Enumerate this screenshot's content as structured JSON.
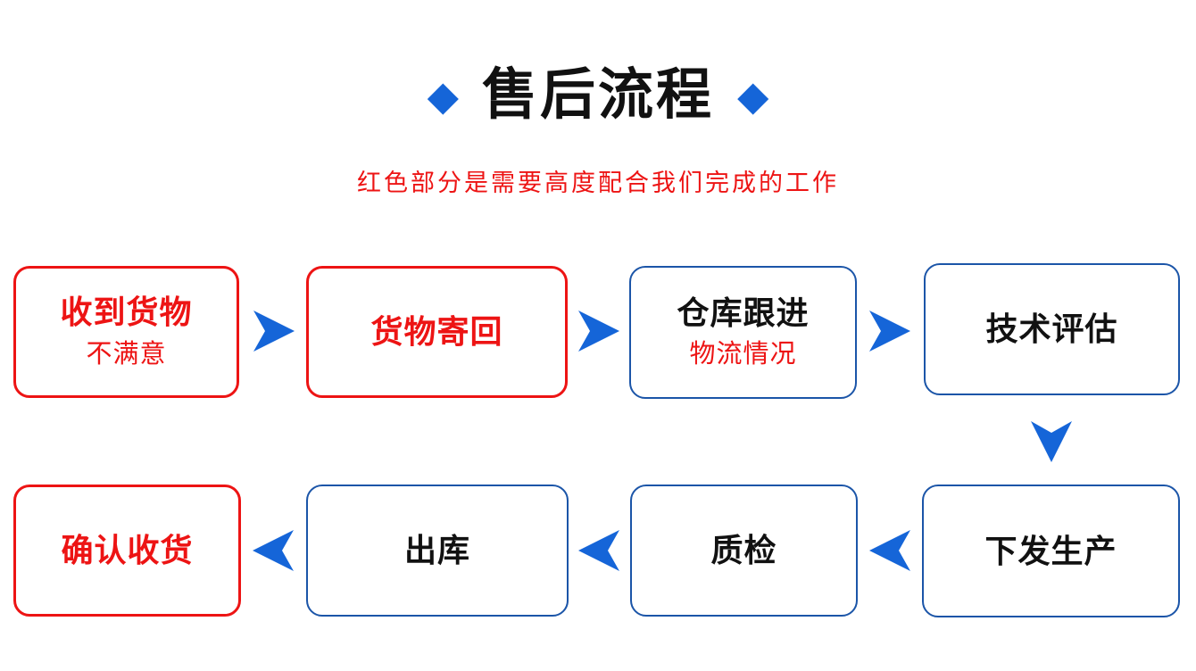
{
  "header": {
    "title": "售后流程",
    "subtitle": "红色部分是需要高度配合我们完成的工作",
    "diamond_icon": "◆"
  },
  "colors": {
    "blue-accent": "#1565d8",
    "blue-border": "#1b55a8",
    "red": "#ed1414",
    "text-black": "#111111"
  },
  "flow": {
    "top_row": [
      {
        "title": "收到货物",
        "note": "不满意"
      },
      {
        "title": "货物寄回",
        "note": ""
      },
      {
        "title": "仓库跟进",
        "note": "物流情况"
      },
      {
        "title": "技术评估",
        "note": ""
      }
    ],
    "bottom_row": [
      {
        "title": "确认收货"
      },
      {
        "title": "出库"
      },
      {
        "title": "质检"
      },
      {
        "title": "下发生产"
      }
    ]
  }
}
